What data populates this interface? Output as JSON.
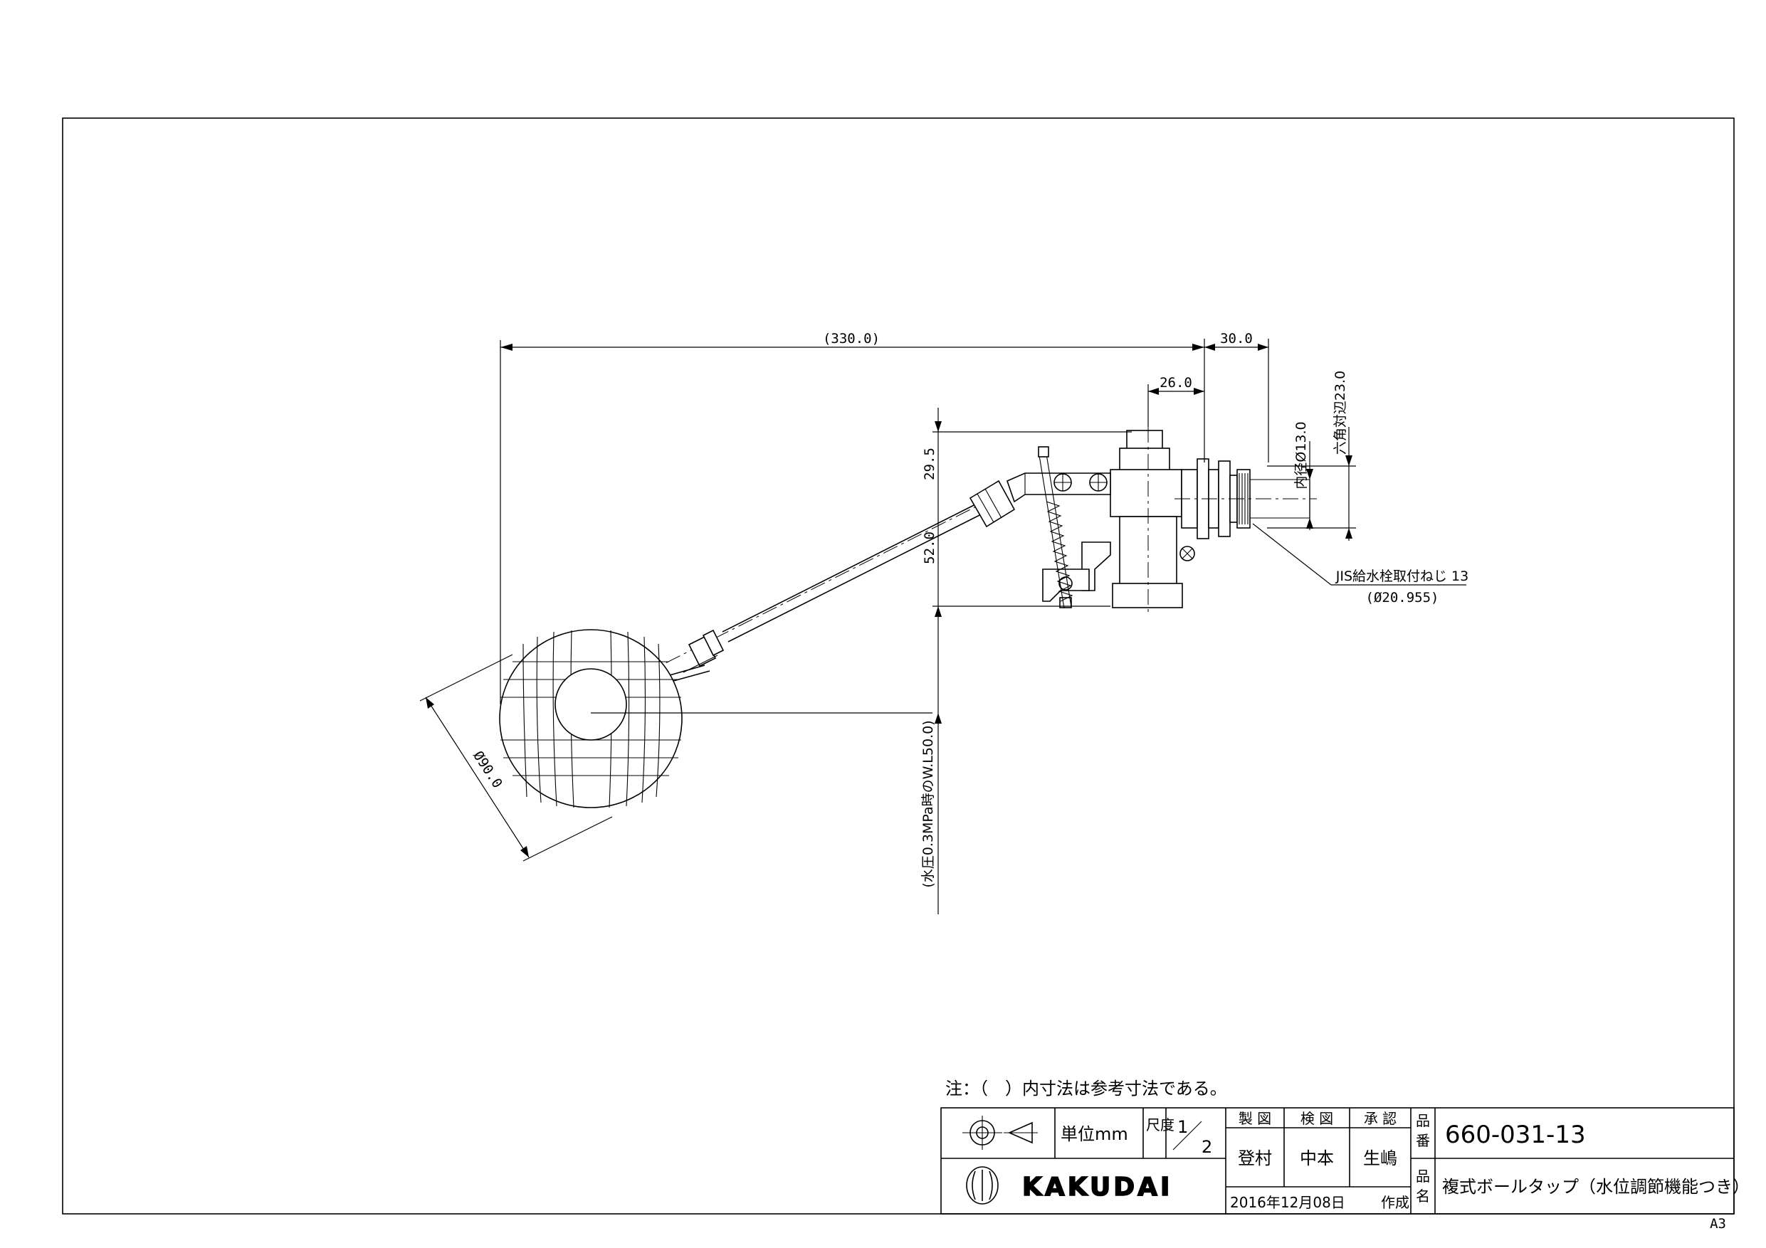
{
  "paper_size": "A3",
  "dimensions": {
    "overall_length": "(330.0)",
    "dim_30": "30.0",
    "dim_26": "26.0",
    "dim_29_5": "29.5",
    "dim_52": "52.0",
    "inner_dia": "内径Ø13.0",
    "hex_width": "六角対辺23.0",
    "ball_dia": "Ø90.0",
    "pressure_note": "(水圧0.3MPa時のW.L50.0)",
    "thread_label": "JIS給水栓取付ねじ 13",
    "thread_dia": "(Ø20.955)"
  },
  "note": "注：（　）内寸法は参考寸法である。",
  "title_block": {
    "unit_label": "単位mm",
    "scale_label": "尺度",
    "scale_num": "1",
    "scale_den": "2",
    "col_drawn": "製 図",
    "col_checked": "検 図",
    "col_approved": "承 認",
    "drawn_by": "登村",
    "checked_by": "中本",
    "approved_by": "生嶋",
    "part_no_label_1": "品",
    "part_no_label_2": "番",
    "part_name_label_1": "品",
    "part_name_label_2": "名",
    "part_number": "660-031-13",
    "part_name": "複式ボールタップ（水位調節機能つき）",
    "date": "2016年12月08日",
    "created": "作成",
    "company": "KAKUDAI"
  }
}
